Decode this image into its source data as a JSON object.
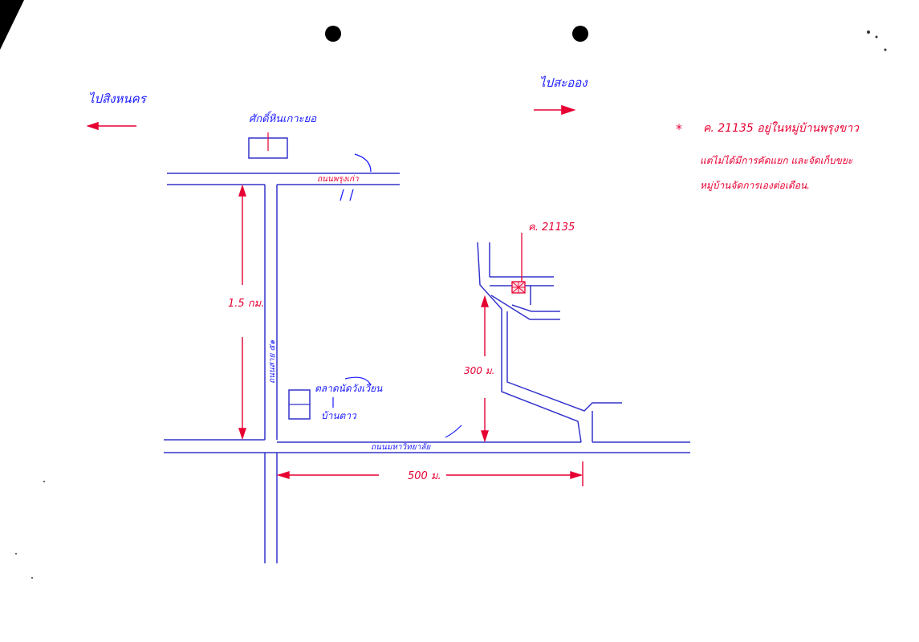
{
  "direction_left": {
    "label": "ไปสิงหนคร",
    "color": "#1a1aff"
  },
  "direction_right": {
    "label": "ไปสะออง",
    "color": "#1a1aff"
  },
  "landmark_top": {
    "label": "ศักดิ์หินเกาะยอ"
  },
  "road_top": {
    "label": "ถนนพรุงเก่า"
  },
  "road_vertical": {
    "label": "ถนนสาย ๕๑"
  },
  "road_bottom": {
    "label": "ถนนมหาวิทยาลัย"
  },
  "landmark_bottom": {
    "label": "ตลาดนัดวังเวียน",
    "sublabel": "บ้านตาว"
  },
  "distance_vertical": {
    "label": "1.5 กม."
  },
  "distance_horizontal": {
    "label": "500 ม."
  },
  "distance_lane": {
    "label": "300 ม."
  },
  "house_marker": {
    "label": "ค. 21135"
  },
  "note": {
    "bullet": "*",
    "line1": "ค. 21135  อยู่ในหมู่บ้านพรุงขาว",
    "line2": "แต่ไม่ได้มีการคัดแยก และจัดเก็บขยะ",
    "line3": "หมู่บ้านจัดการเองต่อเดือน.",
    "color": "#e60033"
  },
  "colors": {
    "road": "#3333cc",
    "measure": "#e60033",
    "ink": "#1a1aff"
  }
}
